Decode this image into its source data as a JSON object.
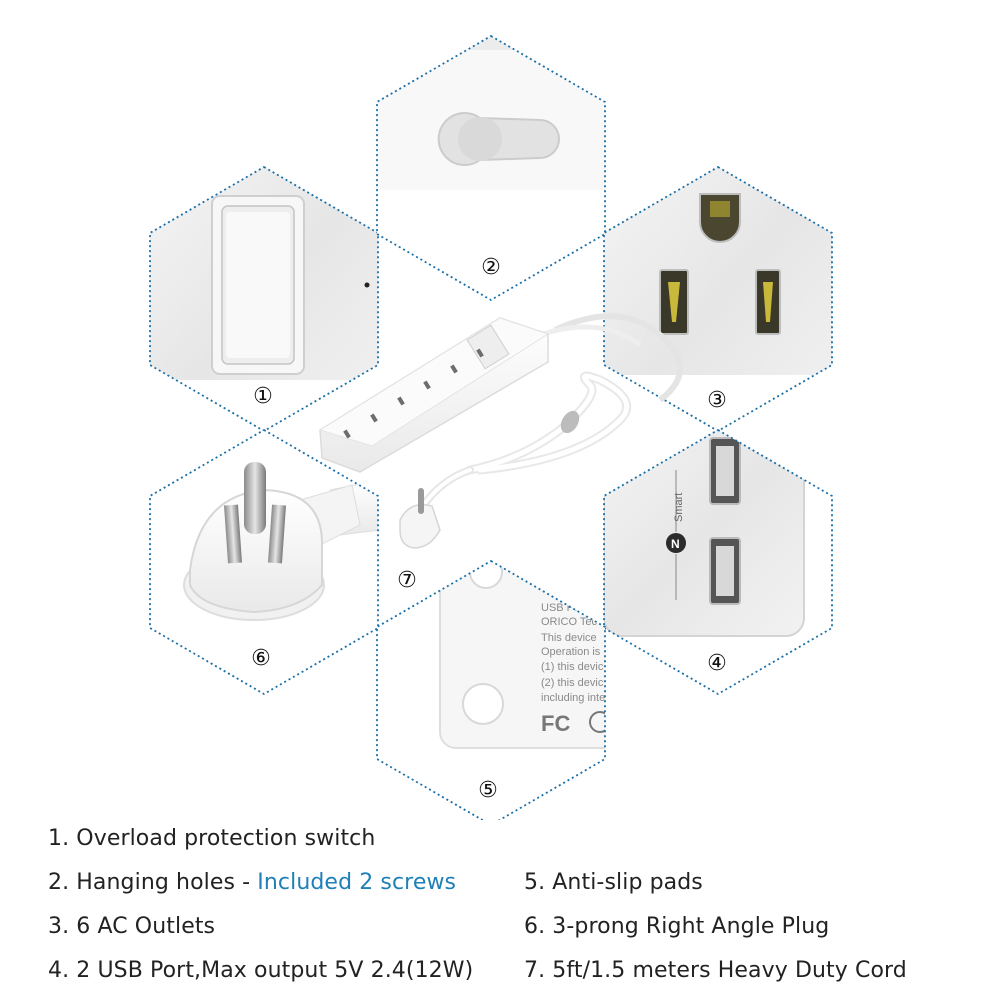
{
  "callouts": {
    "c1": "①",
    "c2": "②",
    "c3": "③",
    "c4": "④",
    "c5": "⑤",
    "c6": "⑥",
    "c7": "⑦"
  },
  "label_text": {
    "lines": [
      "USB Po",
      "ORICO Tec",
      "This device",
      "Operation is",
      "(1) this devic",
      "(2) this devic",
      "including inte"
    ],
    "cert": "FC",
    "brand": "Smart"
  },
  "features": [
    {
      "text": "1. Overload protection switch"
    },
    {
      "text": "2. Hanging holes - ",
      "highlight": "Included 2 screws"
    },
    {
      "text": "3. 6 AC Outlets"
    },
    {
      "text": "4. 2 USB Port,Max output 5V 2.4(12W)"
    },
    {
      "text": "5. Anti-slip pads"
    },
    {
      "text": "6. 3-prong Right Angle Plug"
    },
    {
      "text": "7. 5ft/1.5 meters Heavy Duty Cord"
    }
  ],
  "colors": {
    "dotted_border": "#1a6fa8",
    "highlight_text": "#1f7fb7"
  }
}
